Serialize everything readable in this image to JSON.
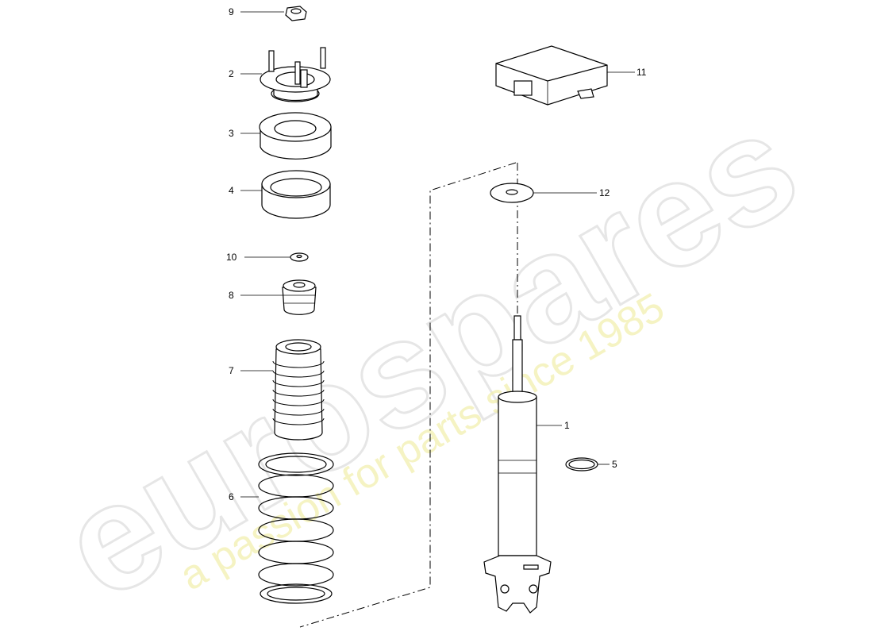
{
  "watermark": {
    "brand": "eurospares",
    "tagline": "a passion for parts since 1985",
    "tagline_color": "#f0eca0"
  },
  "callouts": [
    {
      "number": "9"
    },
    {
      "number": "2"
    },
    {
      "number": "3"
    },
    {
      "number": "4"
    },
    {
      "number": "10"
    },
    {
      "number": "8"
    },
    {
      "number": "7"
    },
    {
      "number": "6"
    },
    {
      "number": "11"
    },
    {
      "number": "12"
    },
    {
      "number": "1"
    },
    {
      "number": "5"
    }
  ]
}
